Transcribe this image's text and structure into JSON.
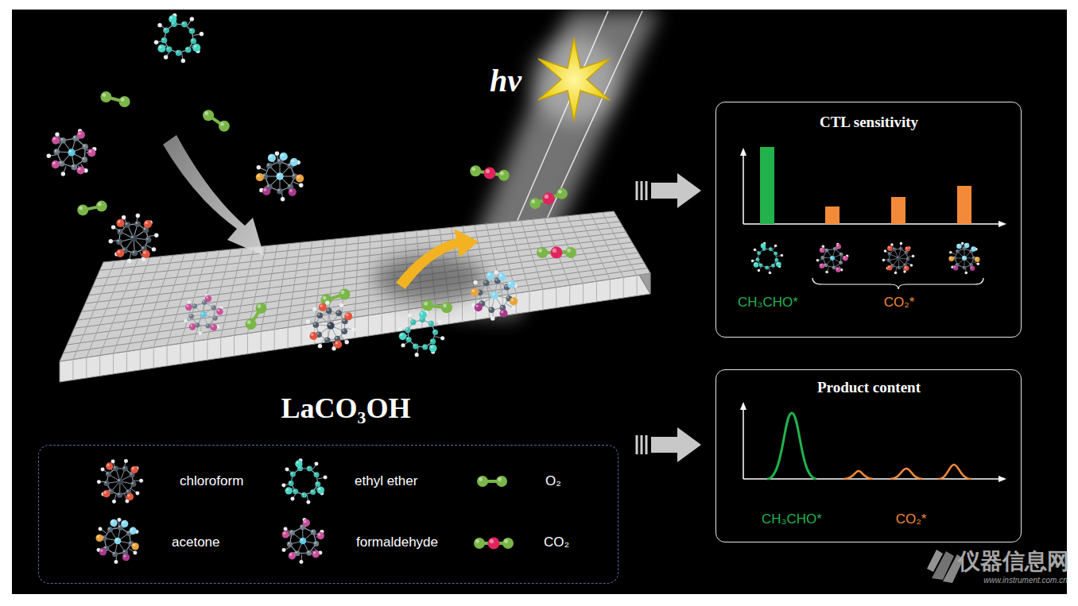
{
  "diagram": {
    "nodes": [
      {
        "text": [
          "LaCO₃OH"
        ]
      },
      {
        "text": [
          "CTL sensitivity",
          "CH₃CHO*",
          "CO₂*"
        ]
      },
      {
        "text": [
          "Product content",
          "CH₃CHO*",
          "CO₂*"
        ]
      }
    ],
    "edges": [
      {
        "from": 0,
        "to": 1,
        "arrow": "to"
      },
      {
        "from": 0,
        "to": 2,
        "arrow": "to"
      }
    ],
    "labels": [
      "hv",
      "仪器信息网",
      "www.instrument.com.cn"
    ],
    "legend": [
      {
        "text": "chloroform"
      },
      {
        "text": "ethyl ether"
      },
      {
        "text": "O₂"
      },
      {
        "text": "acetone"
      },
      {
        "text": "formaldehyde"
      },
      {
        "text": "CO₂"
      }
    ]
  }
}
